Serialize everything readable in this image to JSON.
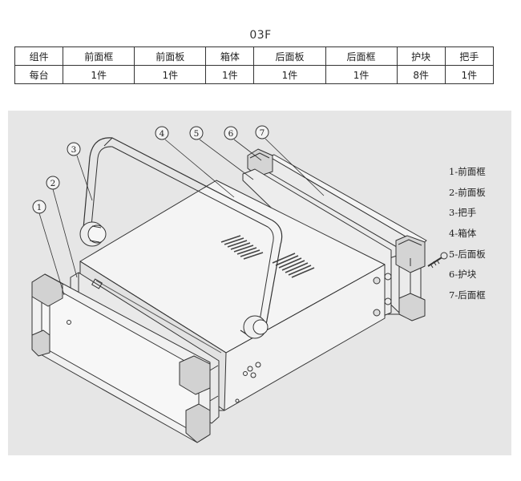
{
  "model": "03F",
  "table": {
    "headers": [
      "组件",
      "前面框",
      "前面板",
      "箱体",
      "后面板",
      "后面框",
      "护块",
      "把手"
    ],
    "rows": [
      [
        "每台",
        "1件",
        "1件",
        "1件",
        "1件",
        "1件",
        "8件",
        "1件"
      ]
    ]
  },
  "callouts": [
    "1",
    "2",
    "3",
    "4",
    "5",
    "6",
    "7"
  ],
  "legend": [
    "1-前面框",
    "2-前面板",
    "3-把手",
    "4-箱体",
    "5-后面板",
    "6-护块",
    "7-后面框"
  ],
  "colors": {
    "panel_bg": "#e6e6e6",
    "line": "#333333",
    "light_fill": "#f4f4f4"
  }
}
